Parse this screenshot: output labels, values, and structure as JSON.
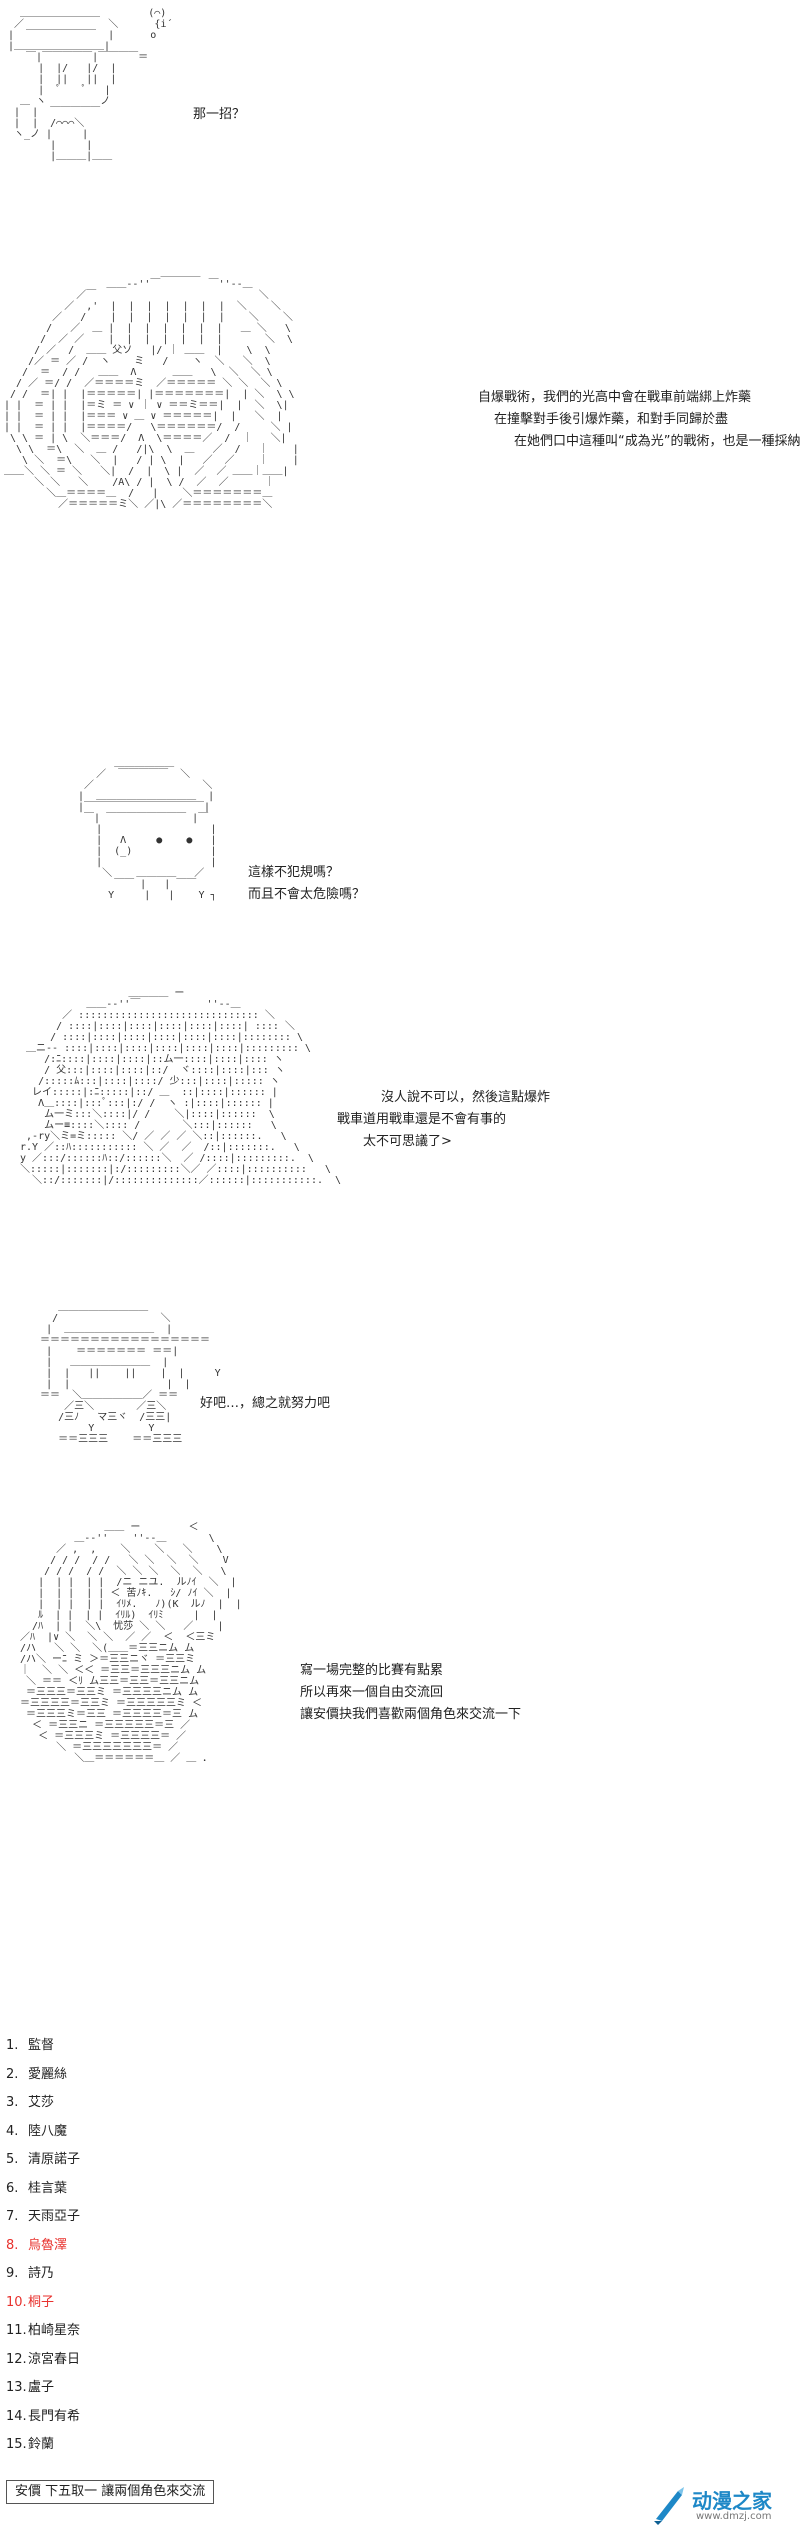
{
  "panels": [
    {
      "lines": [
        "那一招？"
      ]
    },
    {
      "lines": [
        "自爆戰術，我們的光高中會在戰車前端綁上炸藥",
        "在撞擊對手後引爆炸藥，和對手同歸於盡",
        "在她們口中這種叫“成為光”的戰術，也是一種採納戰術"
      ]
    },
    {
      "lines": [
        "這樣不犯規嗎？",
        "而且不會太危險嗎？"
      ]
    },
    {
      "lines": [
        "沒人說不可以，然後這點爆炸",
        "戰車道用戰車還是不會有事的",
        "太不可思議了>"
      ]
    },
    {
      "lines": [
        "好吧…，總之就努力吧"
      ]
    },
    {
      "lines": [
        "寫一場完整的比賽有點累",
        "所以再來一個自由交流回",
        "讓安價抉我們喜歡兩個角色來交流一下"
      ]
    }
  ],
  "characters": [
    {
      "num": "1.",
      "name": "監督"
    },
    {
      "num": "2.",
      "name": "愛麗絲"
    },
    {
      "num": "3.",
      "name": "艾莎"
    },
    {
      "num": "4.",
      "name": "陸八魔"
    },
    {
      "num": "5.",
      "name": "清原諾子"
    },
    {
      "num": "6.",
      "name": "桂言葉"
    },
    {
      "num": "7.",
      "name": "天雨亞子"
    },
    {
      "num": "8.",
      "name": "烏魯澤",
      "highlight": true
    },
    {
      "num": "9.",
      "name": "詩乃"
    },
    {
      "num": "10.",
      "name": "桐子",
      "highlight": true
    },
    {
      "num": "11.",
      "name": "柏崎星奈"
    },
    {
      "num": "12.",
      "name": "涼宮春日"
    },
    {
      "num": "13.",
      "name": "盧子"
    },
    {
      "num": "14.",
      "name": "長門有希"
    },
    {
      "num": "15.",
      "name": "鈴蘭"
    }
  ],
  "closing": "安價 下五取一 讓兩個角色來交流",
  "watermark": {
    "brand": "动漫之家",
    "url": "www.dmzj.com"
  },
  "colors": {
    "highlight": "#e8322e",
    "brand": "#1e88c7"
  }
}
